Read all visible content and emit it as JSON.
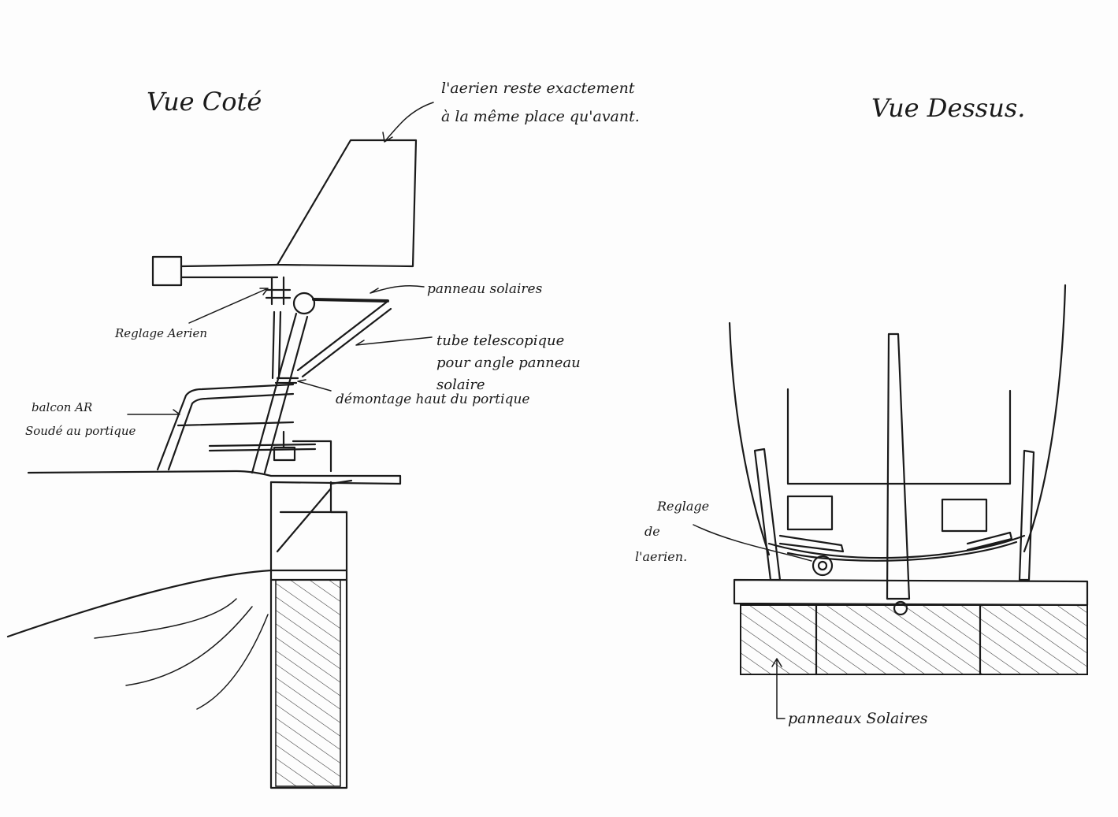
{
  "side_view": {
    "title": "Vue Coté",
    "labels": {
      "aerial_note_line1": "l'aerien reste exactement",
      "aerial_note_line2": "à la même place qu'avant.",
      "solar_panel": "panneau solaires",
      "aerial_adjust": "Reglage Aerien",
      "telescopic_line1": "tube telescopique",
      "telescopic_line2": "pour angle panneau",
      "telescopic_line3": "solaire",
      "dismount": "démontage haut du portique",
      "pulpit_line1": "balcon AR",
      "pulpit_line2": "Soudé au portique"
    }
  },
  "top_view": {
    "title": "Vue Dessus.",
    "labels": {
      "adjust_line1": "Reglage",
      "adjust_line2": "de",
      "adjust_line3": "l'aerien.",
      "panels": "panneaux Solaires"
    }
  }
}
